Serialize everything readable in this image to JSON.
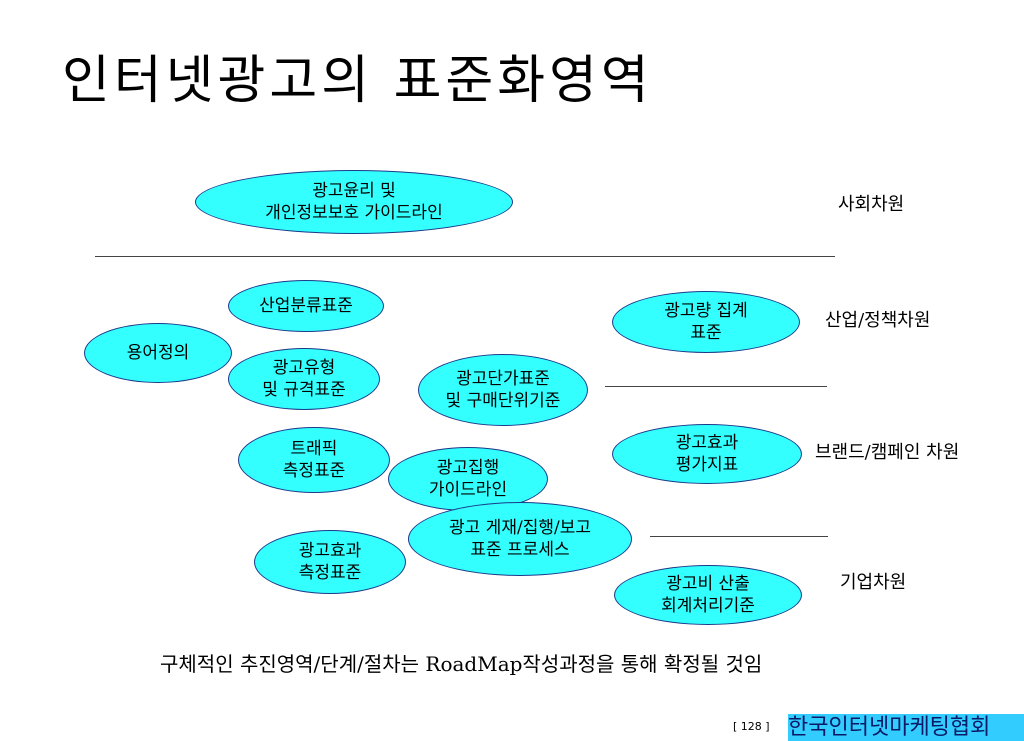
{
  "title": "인터넷광고의 표준화영역",
  "dimensions": {
    "social": "사회차원",
    "industry": "산업/정책차원",
    "brand": "브랜드/캠페인 차원",
    "corporate": "기업차원"
  },
  "items": {
    "ethics_privacy": "광고윤리 및\n개인정보보호 가이드라인",
    "industry_classification": "산업분류표준",
    "glossary": "용어정의",
    "ad_type_spec": "광고유형\n및 규격표준",
    "unit_price": "광고단가표준\n및 구매단위기준",
    "volume_aggregation": "광고량 집계\n표준",
    "traffic_measure": "트래픽\n측정표준",
    "execution_guideline": "광고집행\n가이드라인",
    "effect_index": "광고효과\n평가지표",
    "process_standard": "광고 게재/집행/보고\n표준 프로세스",
    "effect_measure": "광고효과\n측정표준",
    "cost_accounting": "광고비 산출\n회계처리기준"
  },
  "note": "구체적인 추진영역/단계/절차는 RoadMap작성과정을 통해 확정될 것임",
  "footer": {
    "page": "[ 128 ]",
    "org": "한국인터넷마케팅협회"
  },
  "colors": {
    "ellipse_fill": "#33ffff",
    "ellipse_border": "#1a3a8a",
    "org_bg": "#33ccff"
  }
}
